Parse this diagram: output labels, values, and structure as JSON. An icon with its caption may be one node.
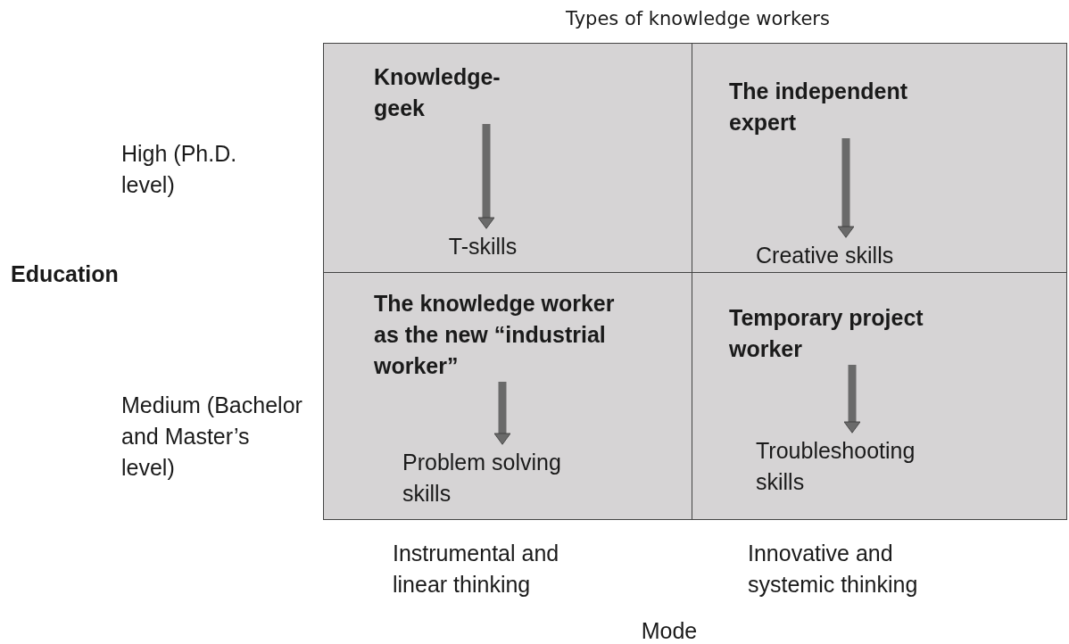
{
  "diagram": {
    "title": "Types of knowledge workers",
    "nodes": [
      {
        "text": [],
        "shape": "box"
      },
      {
        "text": [
          "Knowledge- geek"
        ],
        "in": 0
      },
      {
        "text": [
          "T-skills"
        ],
        "in": 0
      },
      {
        "text": [],
        "shape": "box"
      },
      {
        "text": [
          "The independent expert"
        ],
        "in": 3
      },
      {
        "text": [
          "Creative skills"
        ],
        "in": 3
      },
      {
        "text": [],
        "shape": "box"
      },
      {
        "text": [
          "The knowledge worker as the new “industrial worker”"
        ],
        "in": 6
      },
      {
        "text": [
          "Problem solving skills"
        ],
        "in": 6
      },
      {
        "text": [],
        "shape": "box"
      },
      {
        "text": [
          "Temporary project worker"
        ],
        "in": 9
      },
      {
        "text": [
          "Troubleshooting skills"
        ],
        "in": 9
      }
    ],
    "edges": [
      {
        "from": 1,
        "to": 2,
        "arrow": "to"
      },
      {
        "from": 4,
        "to": 5,
        "arrow": "to"
      },
      {
        "from": 7,
        "to": 8,
        "arrow": "to"
      },
      {
        "from": 10,
        "to": 11,
        "arrow": "to"
      }
    ],
    "labels": [
      "High (Ph.D. level)",
      "Education",
      "Medium (Bachelor and Master’s level)",
      "Instrumental and linear thinking",
      "Innovative and systemic thinking",
      "Mode"
    ]
  }
}
